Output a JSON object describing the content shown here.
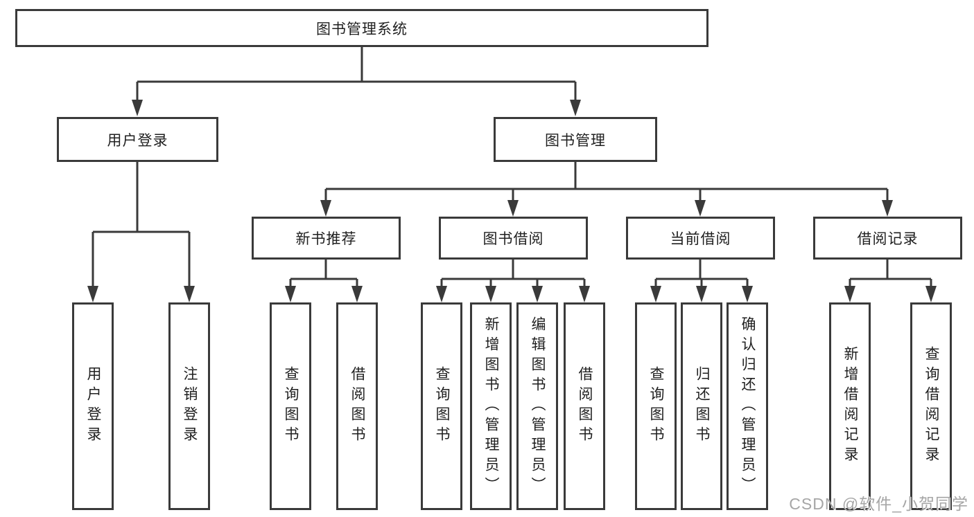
{
  "tree": {
    "root": {
      "label": "图书管理系统",
      "children": [
        {
          "label": "用户登录",
          "children": [
            {
              "label": "用户登录"
            },
            {
              "label": "注销登录"
            }
          ]
        },
        {
          "label": "图书管理",
          "children": [
            {
              "label": "新书推荐",
              "children": [
                {
                  "label": "查询图书"
                },
                {
                  "label": "借阅图书"
                }
              ]
            },
            {
              "label": "图书借阅",
              "children": [
                {
                  "label": "查询图书"
                },
                {
                  "label": "新增图书（管理员）"
                },
                {
                  "label": "编辑图书（管理员）"
                },
                {
                  "label": "借阅图书"
                }
              ]
            },
            {
              "label": "当前借阅",
              "children": [
                {
                  "label": "查询图书"
                },
                {
                  "label": "归还图书"
                },
                {
                  "label": "确认归还（管理员）"
                }
              ]
            },
            {
              "label": "借阅记录",
              "children": [
                {
                  "label": "新增借阅记录"
                },
                {
                  "label": "查询借阅记录"
                }
              ]
            }
          ]
        }
      ]
    }
  },
  "watermark": {
    "text": "CSDN @软件_小贺同学"
  },
  "colors": {
    "line": "#3a3a3a",
    "text": "#1f1f1f",
    "watermark": "#a6a6a6",
    "background": "#ffffff"
  }
}
